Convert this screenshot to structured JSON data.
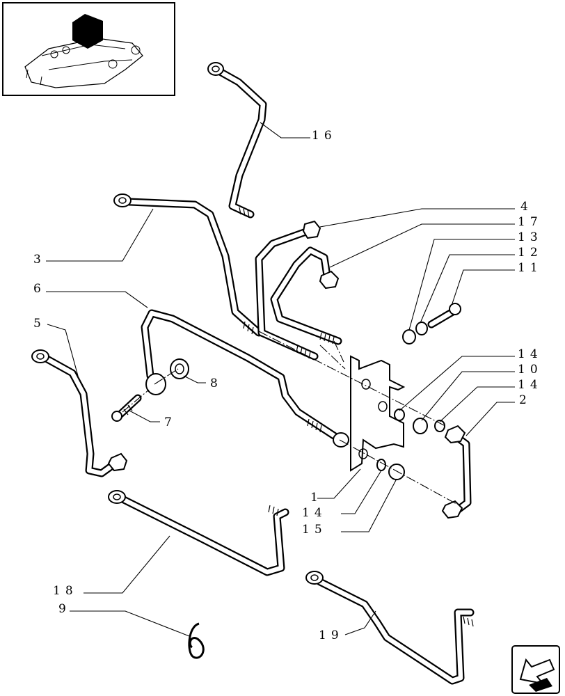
{
  "callouts": [
    {
      "id": "c16",
      "label": "16"
    },
    {
      "id": "c4",
      "label": "4"
    },
    {
      "id": "c17",
      "label": "17"
    },
    {
      "id": "c13",
      "label": "13"
    },
    {
      "id": "c12",
      "label": "12"
    },
    {
      "id": "c11",
      "label": "11"
    },
    {
      "id": "c3",
      "label": "3"
    },
    {
      "id": "c6",
      "label": "6"
    },
    {
      "id": "c5",
      "label": "5"
    },
    {
      "id": "c8",
      "label": "8"
    },
    {
      "id": "c7",
      "label": "7"
    },
    {
      "id": "c14a",
      "label": "14"
    },
    {
      "id": "c10",
      "label": "10"
    },
    {
      "id": "c14b",
      "label": "14"
    },
    {
      "id": "c2",
      "label": "2"
    },
    {
      "id": "c1",
      "label": "1"
    },
    {
      "id": "c14c",
      "label": "14"
    },
    {
      "id": "c15",
      "label": "15"
    },
    {
      "id": "c18",
      "label": "18"
    },
    {
      "id": "c9",
      "label": "9"
    },
    {
      "id": "c19",
      "label": "19"
    }
  ],
  "icons": {
    "thumbnail": "lift-cover-assembly-thumbnail",
    "nav": "previous-page-arrow-icon"
  }
}
